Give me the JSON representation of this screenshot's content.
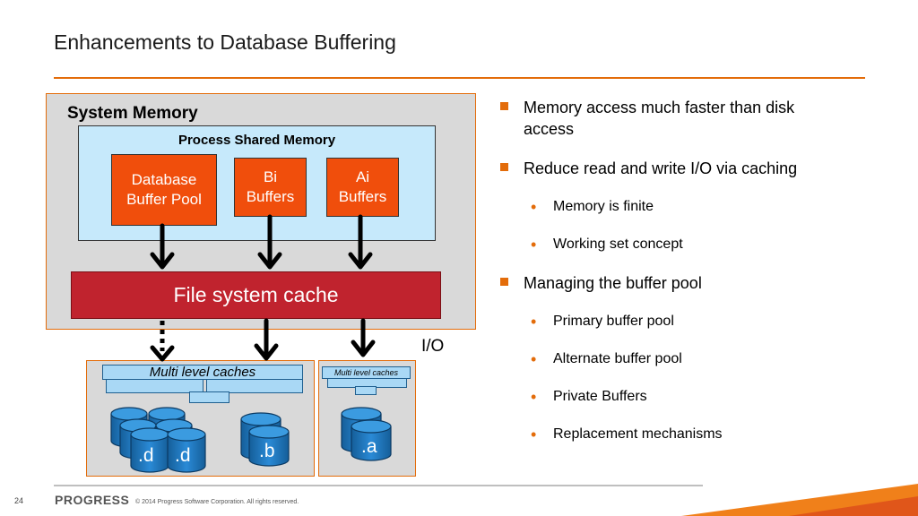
{
  "title": "Enhancements to Database Buffering",
  "diagram": {
    "system_memory": "System Memory",
    "process_shared_memory": "Process Shared Memory",
    "database_buffer_pool": "Database Buffer Pool",
    "bi_buffers": "Bi Buffers",
    "ai_buffers": "Ai Buffers",
    "file_system_cache": "File system cache",
    "io_label": "I/O",
    "multi_level_caches_large": "Multi level caches",
    "multi_level_caches_small": "Multi level caches",
    "db_d1": ".d",
    "db_d2": ".d",
    "db_b": ".b",
    "db_a": ".a"
  },
  "bullets": {
    "b1": "Memory access much faster than disk access",
    "b2": "Reduce read and write I/O via caching",
    "b2_sub1": "Memory is finite",
    "b2_sub2": "Working set concept",
    "b3": "Managing the buffer pool",
    "b3_sub1": "Primary buffer pool",
    "b3_sub2": "Alternate buffer pool",
    "b3_sub3": "Private Buffers",
    "b3_sub4": "Replacement mechanisms"
  },
  "footer": {
    "slide_number": "24",
    "logo": "PROGRESS",
    "copyright": "© 2014 Progress Software Corporation. All rights reserved."
  },
  "colors": {
    "accent_orange": "#e36c0a",
    "buffer_orange": "#f04e0c",
    "cache_red": "#c0232e",
    "shared_memory_blue": "#c6e9fb",
    "disk_blue": "#1e7ec8",
    "panel_gray": "#d9d9d9"
  }
}
